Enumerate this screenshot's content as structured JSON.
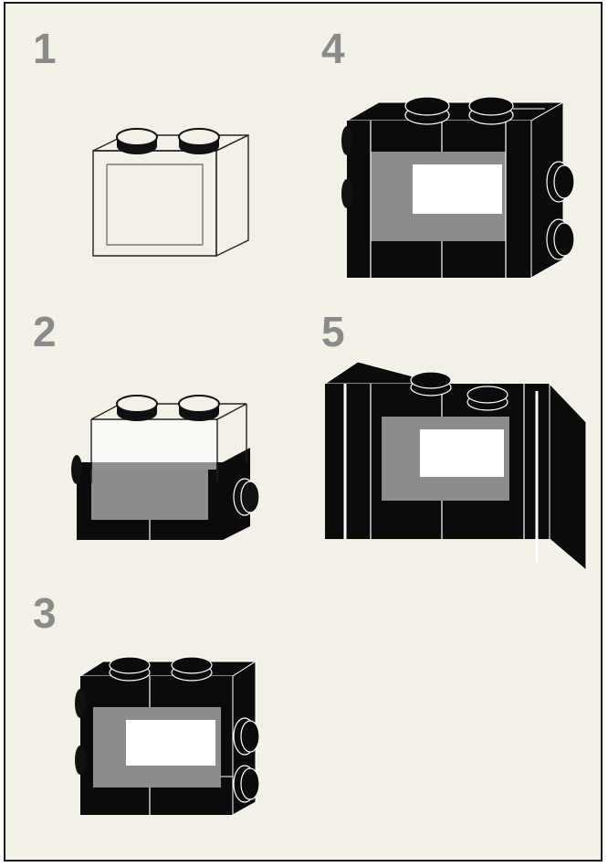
{
  "colors": {
    "background": "#f3f1e7",
    "frame": "#1a1a1a",
    "step_number": "#8a8a8a",
    "brick_dark": "#0b0b0b",
    "brick_line": "#ffffff",
    "window_gray": "#8c8c8c",
    "transparent_outline": "#222222"
  },
  "steps": [
    {
      "number": "1",
      "content": "transparent-2x1-brick"
    },
    {
      "number": "2",
      "content": "transparent-brick-on-dark-frame"
    },
    {
      "number": "3",
      "content": "dark-window-block"
    },
    {
      "number": "4",
      "content": "dark-window-block-extended"
    },
    {
      "number": "5",
      "content": "dark-window-block-with-side-panels"
    }
  ]
}
